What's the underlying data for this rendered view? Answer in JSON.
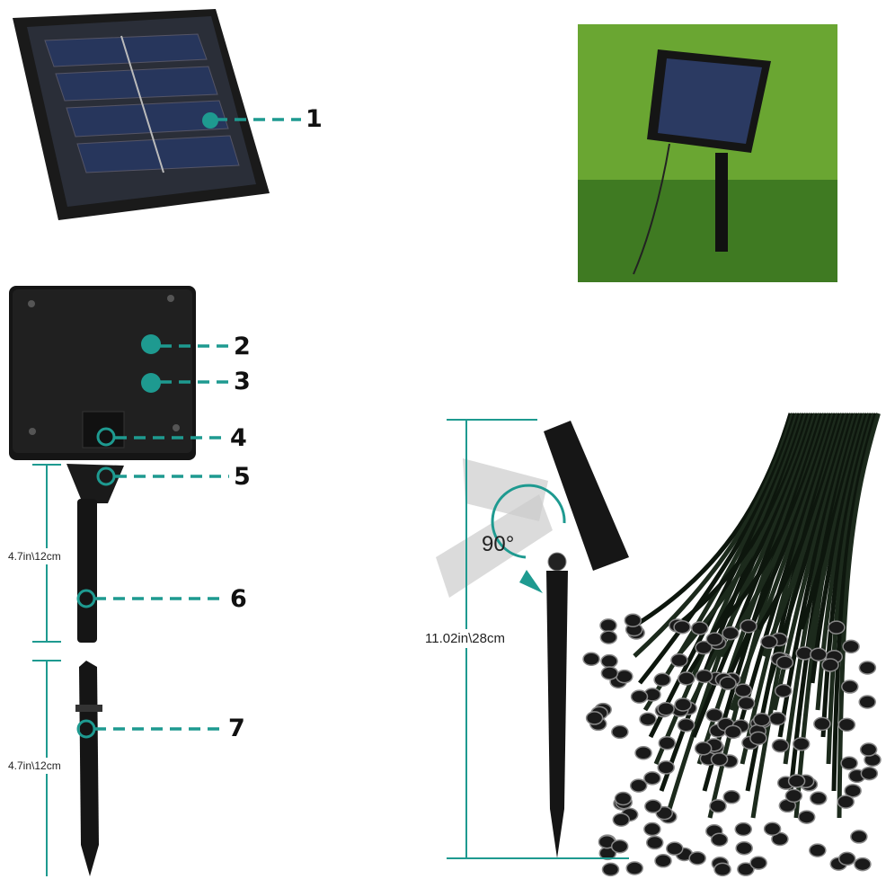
{
  "callouts": [
    "1",
    "2",
    "3",
    "4",
    "5",
    "6",
    "7"
  ],
  "dimensions": {
    "stake_upper": "4.7in\\12cm",
    "stake_lower": "4.7in\\12cm",
    "total_height": "11.02in\\28cm"
  },
  "angle_label": "90°",
  "colors": {
    "accent": "#1e9a90",
    "product": "#111111",
    "grass": "#6aa632"
  }
}
